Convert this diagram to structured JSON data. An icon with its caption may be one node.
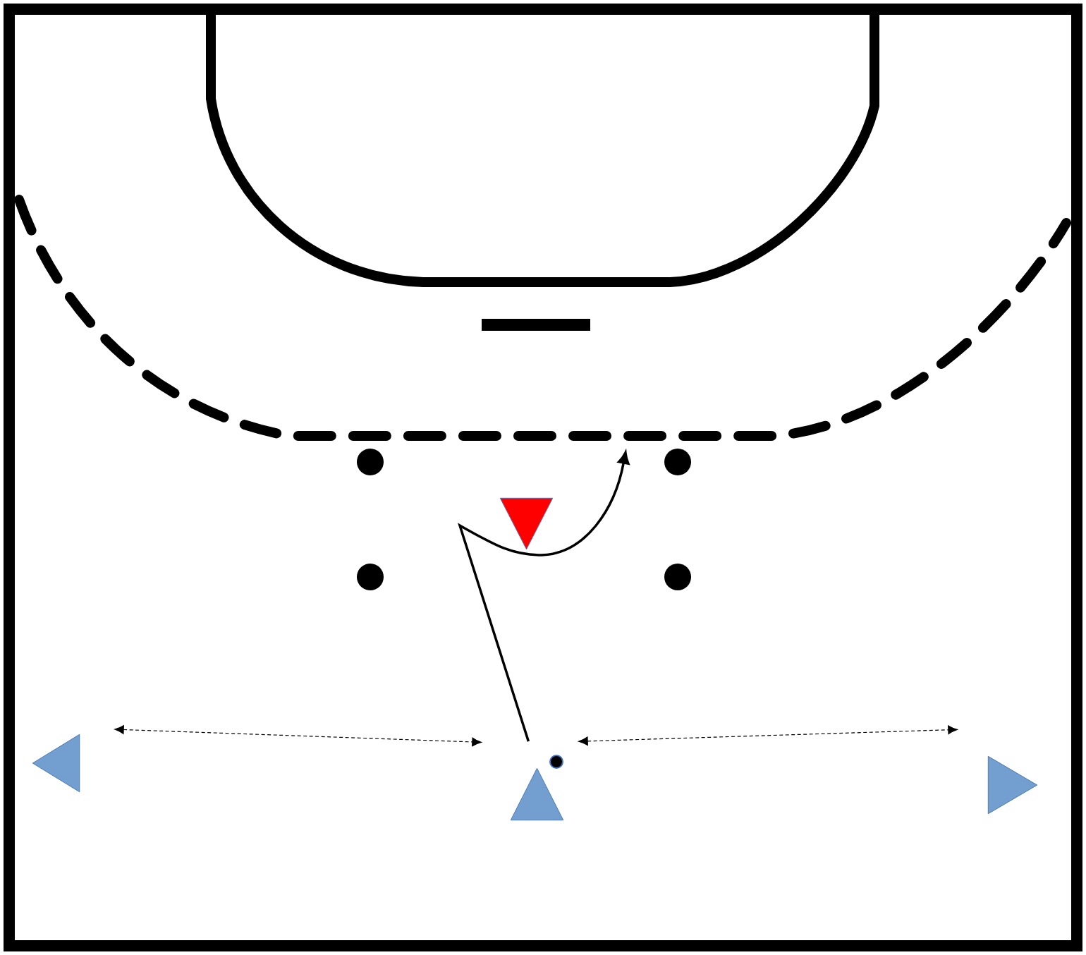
{
  "diagram": {
    "nodes": [
      {
        "text": [],
        "shape": "triangle"
      },
      {
        "text": [],
        "shape": "triangle"
      },
      {
        "text": [],
        "shape": "triangle"
      },
      {
        "text": [],
        "shape": "triangle"
      }
    ],
    "edges": [
      {
        "from": 1,
        "to": 2,
        "arrow": "both",
        "style": "dashed"
      },
      {
        "from": 2,
        "to": 3,
        "arrow": "both",
        "style": "dashed"
      },
      {
        "from": 2,
        "to": null,
        "arrow": "to"
      }
    ]
  }
}
